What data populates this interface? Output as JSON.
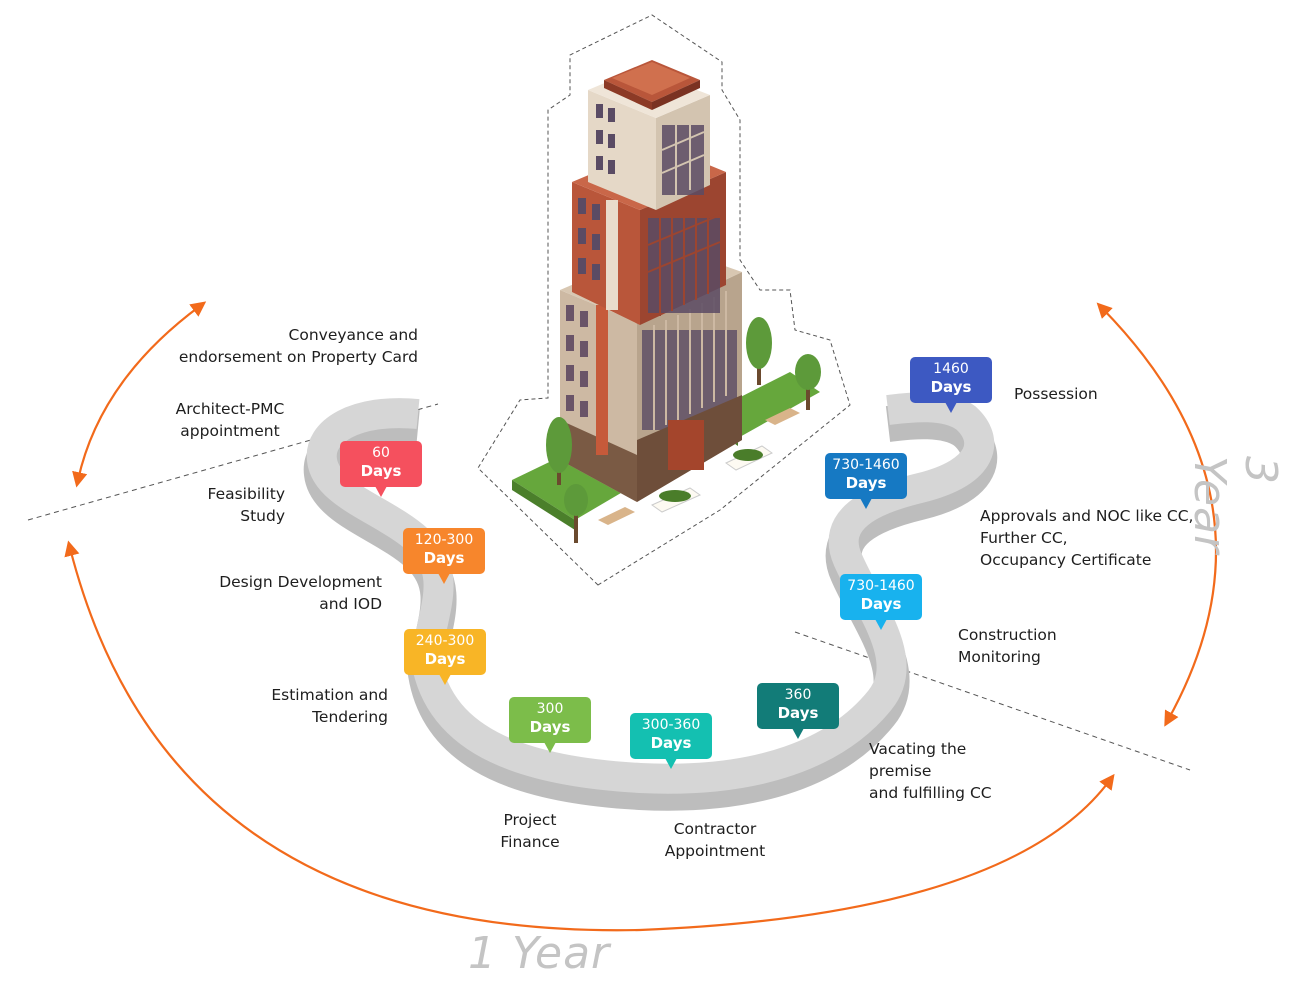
{
  "year_labels": {
    "one_year": "1 Year",
    "three_year": "3 Year"
  },
  "colors": {
    "arrow": "#f26a1b",
    "road": "#d4d4d4",
    "road_shadow": "#bdbdbd"
  },
  "stages": [
    {
      "id": "conveyance",
      "label": "Conveyance and\nendorsement on Property Card"
    },
    {
      "id": "architect",
      "label": "Architect-PMC\nappointment"
    },
    {
      "id": "feasibility",
      "label": "Feasibility\nStudy",
      "badge_top": "60",
      "badge_bottom": "Days",
      "color": "#f5505e"
    },
    {
      "id": "design",
      "label": "Design Development\nand IOD",
      "badge_top": "120-300",
      "badge_bottom": "Days",
      "color": "#f7862c"
    },
    {
      "id": "estimation",
      "label": "Estimation and\nTendering",
      "badge_top": "240-300",
      "badge_bottom": "Days",
      "color": "#f8b526"
    },
    {
      "id": "finance",
      "label": "Project\nFinance",
      "badge_top": "300",
      "badge_bottom": "Days",
      "color": "#7cbd4a"
    },
    {
      "id": "contractor",
      "label": "Contractor\nAppointment",
      "badge_top": "300-360",
      "badge_bottom": "Days",
      "color": "#14c0b1"
    },
    {
      "id": "vacating",
      "label": "Vacating the\npremise\nand fulfilling CC",
      "badge_top": "360",
      "badge_bottom": "Days",
      "color": "#127c78"
    },
    {
      "id": "monitoring",
      "label": "Construction\nMonitoring",
      "badge_top": "730-1460",
      "badge_bottom": "Days",
      "color": "#18b2ee"
    },
    {
      "id": "approvals",
      "label": "Approvals and NOC like CC,\nFurther CC,\nOccupancy Certificate",
      "badge_top": "730-1460",
      "badge_bottom": "Days",
      "color": "#1679c3"
    },
    {
      "id": "possession",
      "label": "Possession",
      "badge_top": "1460",
      "badge_bottom": "Days",
      "color": "#3d59c2"
    }
  ]
}
